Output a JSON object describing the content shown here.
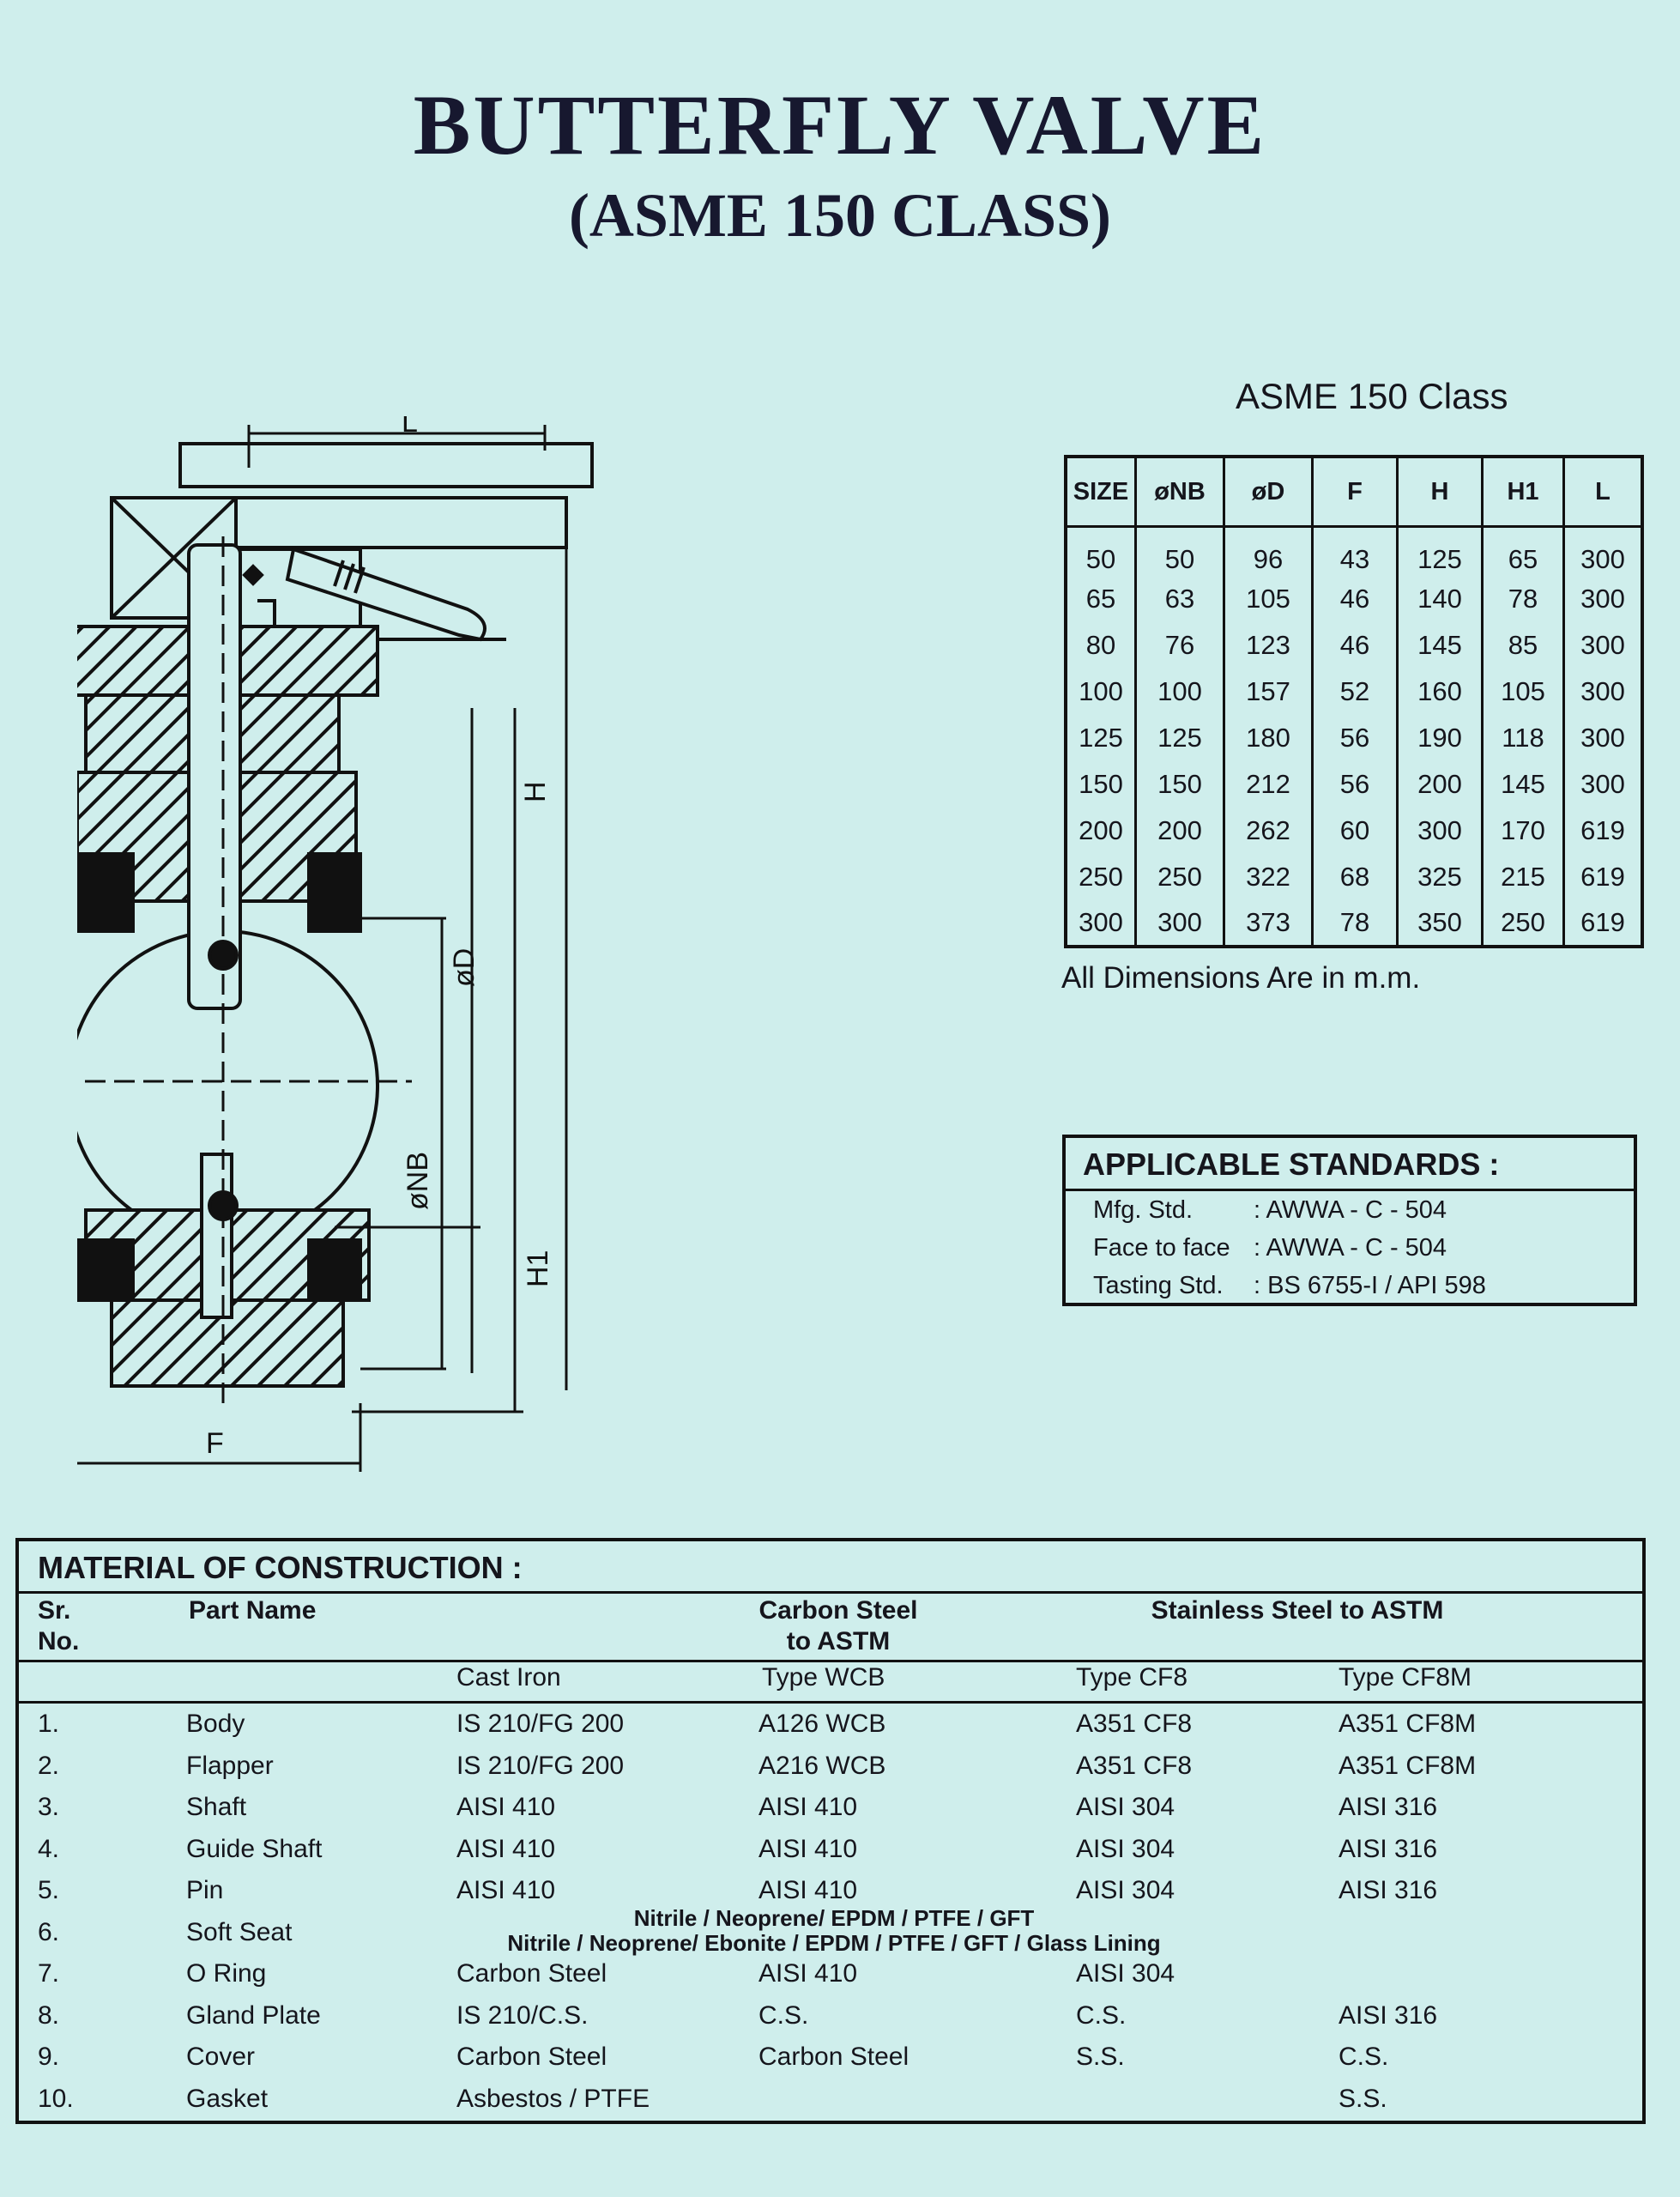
{
  "header": {
    "title": "BUTTERFLY VALVE",
    "subtitle": "(ASME 150 CLASS)"
  },
  "drawing": {
    "labels": [
      "L",
      "H",
      "øD",
      "øNB",
      "H1",
      "F"
    ]
  },
  "dimensions": {
    "caption": "ASME 150 Class",
    "columns": [
      "SIZE",
      "øNB",
      "øD",
      "F",
      "H",
      "H1",
      "L"
    ],
    "rows": [
      [
        "50",
        "50",
        "96",
        "43",
        "125",
        "65",
        "300"
      ],
      [
        "65",
        "63",
        "105",
        "46",
        "140",
        "78",
        "300"
      ],
      [
        "80",
        "76",
        "123",
        "46",
        "145",
        "85",
        "300"
      ],
      [
        "100",
        "100",
        "157",
        "52",
        "160",
        "105",
        "300"
      ],
      [
        "125",
        "125",
        "180",
        "56",
        "190",
        "118",
        "300"
      ],
      [
        "150",
        "150",
        "212",
        "56",
        "200",
        "145",
        "300"
      ],
      [
        "200",
        "200",
        "262",
        "60",
        "300",
        "170",
        "619"
      ],
      [
        "250",
        "250",
        "322",
        "68",
        "325",
        "215",
        "619"
      ],
      [
        "300",
        "300",
        "373",
        "78",
        "350",
        "250",
        "619"
      ]
    ],
    "note": "All Dimensions Are in m.m."
  },
  "standards": {
    "title": "APPLICABLE STANDARDS :",
    "rows": [
      {
        "label": "Mfg. Std.",
        "value": ": AWWA - C - 504"
      },
      {
        "label": "Face to face",
        "value": ": AWWA - C - 504"
      },
      {
        "label": "Tasting Std.",
        "value": ": BS 6755-I / API 598"
      }
    ]
  },
  "materials": {
    "title": "MATERIAL OF CONSTRUCTION :",
    "headers": {
      "sr_line1": "Sr.",
      "sr_line2": "No.",
      "part": "Part Name",
      "cs_line1": "Carbon Steel",
      "cs_line2": "to ASTM",
      "ss": "Stainless Steel to ASTM"
    },
    "subheaders": [
      "Cast  Iron",
      "Type WCB",
      "Type CF8",
      "Type CF8M"
    ],
    "rows": [
      {
        "no": "1.",
        "part": "Body",
        "ci": "IS 210/FG 200",
        "wcb": "A126 WCB",
        "cf8": "A351 CF8",
        "cf8m": "A351 CF8M"
      },
      {
        "no": "2.",
        "part": "Flapper",
        "ci": "IS 210/FG 200",
        "wcb": "A216 WCB",
        "cf8": "A351 CF8",
        "cf8m": "A351 CF8M"
      },
      {
        "no": "3.",
        "part": "Shaft",
        "ci": "AISI 410",
        "wcb": "AISI 410",
        "cf8": "AISI 304",
        "cf8m": "AISI 316"
      },
      {
        "no": "4.",
        "part": "Guide Shaft",
        "ci": "AISI 410",
        "wcb": "AISI 410",
        "cf8": "AISI 304",
        "cf8m": "AISI 316"
      },
      {
        "no": "5.",
        "part": "Pin",
        "ci": "AISI 410",
        "wcb": "AISI 410",
        "cf8": "AISI 304",
        "cf8m": "AISI 316"
      },
      {
        "no": "6.",
        "part": "Soft Seat",
        "ci": "",
        "wcb": "",
        "cf8": "",
        "cf8m": ""
      },
      {
        "no": "7.",
        "part": "O Ring",
        "ci": "Carbon Steel",
        "wcb": "AISI 410",
        "cf8": "AISI 304",
        "cf8m": ""
      },
      {
        "no": "8.",
        "part": "Gland Plate",
        "ci": "IS 210/C.S.",
        "wcb": "C.S.",
        "cf8": "C.S.",
        "cf8m": "AISI 316"
      },
      {
        "no": "9.",
        "part": "Cover",
        "ci": "Carbon Steel",
        "wcb": "Carbon Steel",
        "cf8": "S.S.",
        "cf8m": "C.S."
      },
      {
        "no": "10.",
        "part": "Gasket",
        "ci": "Asbestos / PTFE",
        "wcb": "",
        "cf8": "",
        "cf8m": "S.S."
      }
    ],
    "soft_seat_line1": "Nitrile / Neoprene/ EPDM / PTFE / GFT",
    "soft_seat_line2": "Nitrile / Neoprene/ Ebonite / EPDM / PTFE / GFT / Glass Lining"
  }
}
